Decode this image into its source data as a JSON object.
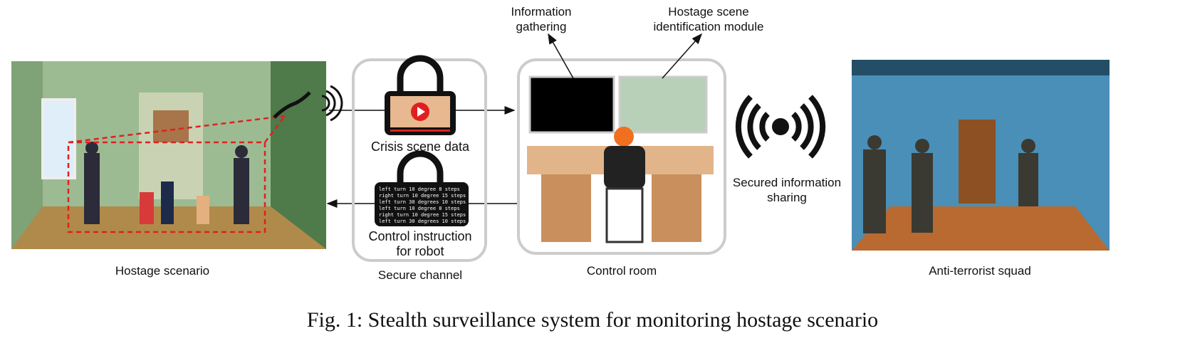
{
  "labels": {
    "hostage_scenario": "Hostage scenario",
    "secure_channel": "Secure channel",
    "control_room": "Control room",
    "anti_terrorist_squad": "Anti-terrorist squad",
    "crisis_scene_data": "Crisis scene data",
    "control_instruction": "Control instruction for robot",
    "information_gathering": "Information gathering",
    "hostage_module": "Hostage scene identification module",
    "secured_sharing": "Secured information sharing"
  },
  "control_commands": [
    "left turn 10 degree 8 steps",
    "right turn 10 degree 15 steps",
    "left turn 30 degrees 10 steps",
    "left turn 10 degree 8 steps",
    "right turn 10 degree 15 steps",
    "left turn 30 degrees 10 steps"
  ],
  "caption": "Fig. 1: Stealth surveillance system for monitoring hostage scenario",
  "colors": {
    "detection_box": "#e02020",
    "panel_border": "#cccccc",
    "squad_wall": "#4a8fb8",
    "room_wall": "#8fb58a"
  }
}
